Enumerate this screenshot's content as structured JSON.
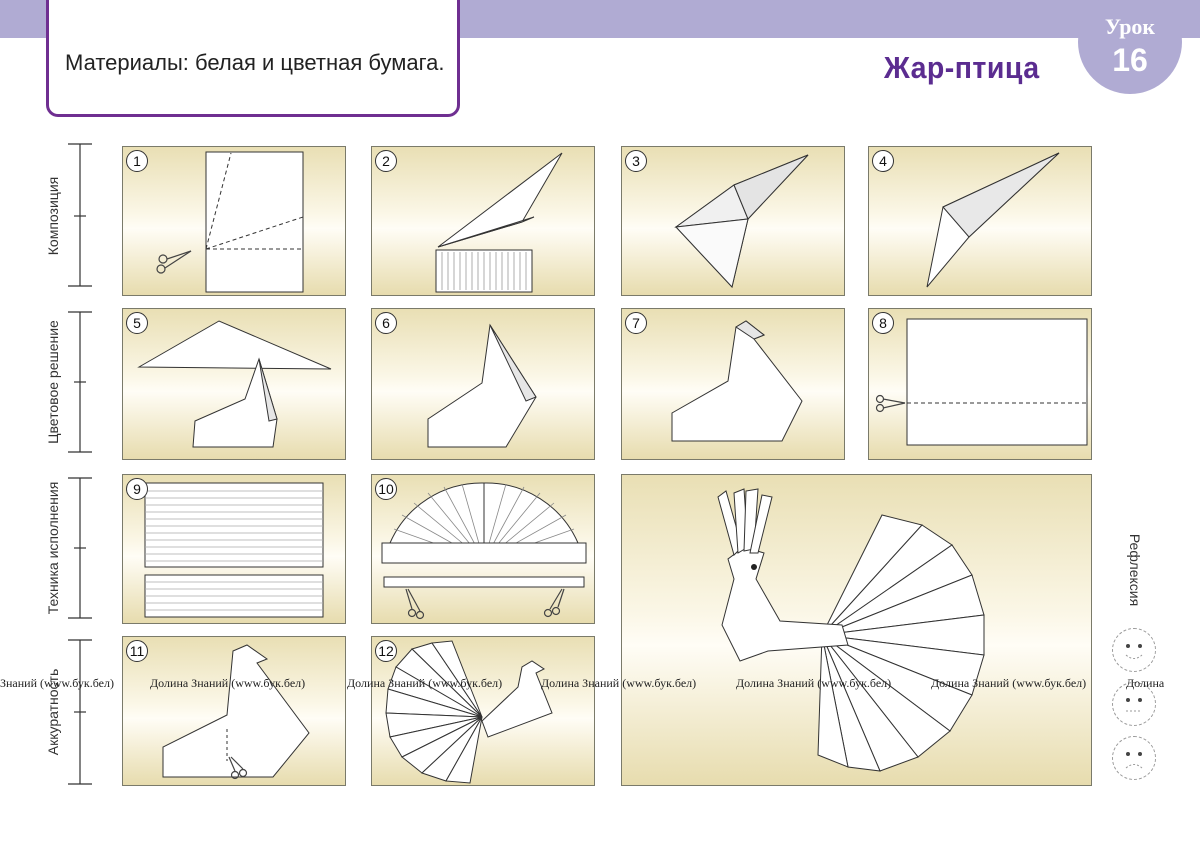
{
  "header": {
    "materials": "Материалы: белая и цветная бумага.",
    "title": "Жар-птица",
    "lesson_word": "Урок",
    "lesson_number": "16"
  },
  "criteria": [
    "Композиция",
    "Цветовое решение",
    "Техника исполнения",
    "Аккуратность"
  ],
  "steps": [
    "1",
    "2",
    "3",
    "4",
    "5",
    "6",
    "7",
    "8",
    "9",
    "10",
    "11",
    "12"
  ],
  "reflection": {
    "label": "Рефлексия",
    "faces": [
      "smile-face-icon",
      "neutral-face-icon",
      "sad-face-icon"
    ]
  },
  "watermark": "Долина Знаний (www.бук.бел)",
  "watermark_partial_left": "Знаний (www.бук.бел)",
  "watermark_partial_right": "Долина"
}
